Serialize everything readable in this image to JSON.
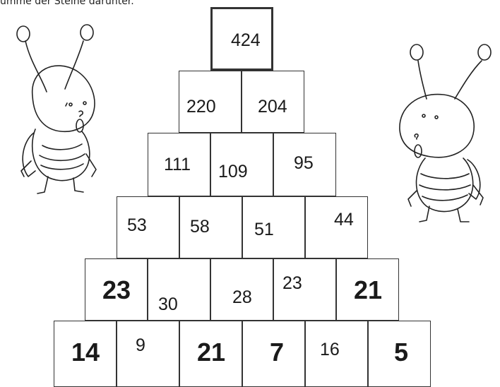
{
  "instruction_text": "umme der Steine darunter.",
  "pyramid": {
    "rows": [
      [
        {
          "value": "424",
          "bold": false
        }
      ],
      [
        {
          "value": "220",
          "bold": false
        },
        {
          "value": "204",
          "bold": false
        }
      ],
      [
        {
          "value": "111",
          "bold": false
        },
        {
          "value": "109",
          "bold": false
        },
        {
          "value": "95",
          "bold": false
        }
      ],
      [
        {
          "value": "53",
          "bold": false
        },
        {
          "value": "58",
          "bold": false
        },
        {
          "value": "51",
          "bold": false
        },
        {
          "value": "44",
          "bold": false
        }
      ],
      [
        {
          "value": "23",
          "bold": true
        },
        {
          "value": "30",
          "bold": false
        },
        {
          "value": "28",
          "bold": false
        },
        {
          "value": "23",
          "bold": false
        },
        {
          "value": "21",
          "bold": true
        }
      ],
      [
        {
          "value": "14",
          "bold": true
        },
        {
          "value": "9",
          "bold": false
        },
        {
          "value": "21",
          "bold": true
        },
        {
          "value": "7",
          "bold": true
        },
        {
          "value": "16",
          "bold": false
        },
        {
          "value": "5",
          "bold": true
        }
      ]
    ]
  },
  "illustrations": {
    "left": "bug-illustration-left",
    "right": "bug-illustration-right"
  },
  "colors": {
    "line": "#333333",
    "text": "#1a1a1a",
    "background": "#ffffff"
  }
}
